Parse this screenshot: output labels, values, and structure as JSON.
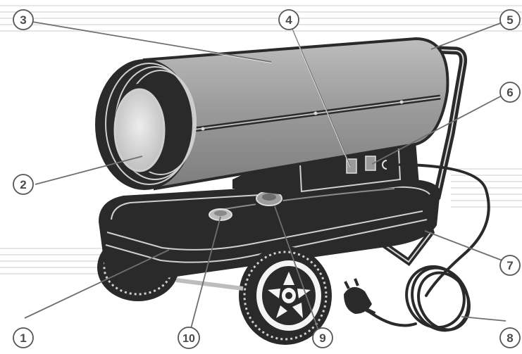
{
  "figure": {
    "callouts": [
      {
        "id": "1",
        "label": "1"
      },
      {
        "id": "2",
        "label": "2"
      },
      {
        "id": "3",
        "label": "3"
      },
      {
        "id": "4",
        "label": "4"
      },
      {
        "id": "5",
        "label": "5"
      },
      {
        "id": "6",
        "label": "6"
      },
      {
        "id": "7",
        "label": "7"
      },
      {
        "id": "8",
        "label": "8"
      },
      {
        "id": "9",
        "label": "9"
      },
      {
        "id": "10",
        "label": "10"
      }
    ]
  },
  "colors": {
    "background": "#ffffff",
    "stripe": "#e6e6e6",
    "body_dark": "#2a2a2a",
    "cylinder": "#9a9a9a",
    "callout_fill": "#ffffff",
    "callout_stroke": "#555555",
    "leader": "#6f6f6f"
  }
}
